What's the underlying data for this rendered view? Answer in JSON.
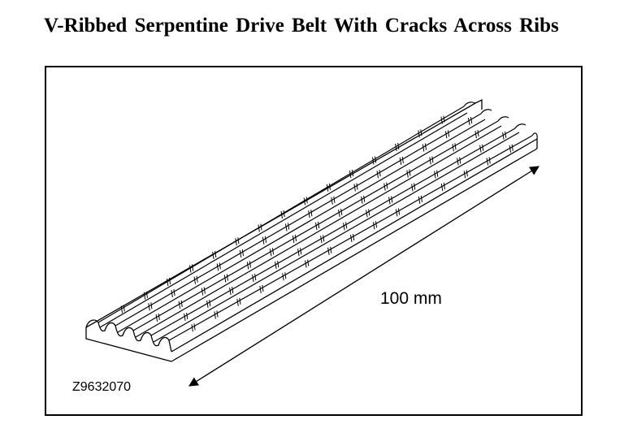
{
  "title": "V-Ribbed Serpentine Drive Belt With Cracks Across Ribs",
  "illustration": {
    "subject": "v-ribbed-belt",
    "rib_count": 5,
    "dimension_label": "100 mm",
    "figure_id": "Z9632070"
  }
}
